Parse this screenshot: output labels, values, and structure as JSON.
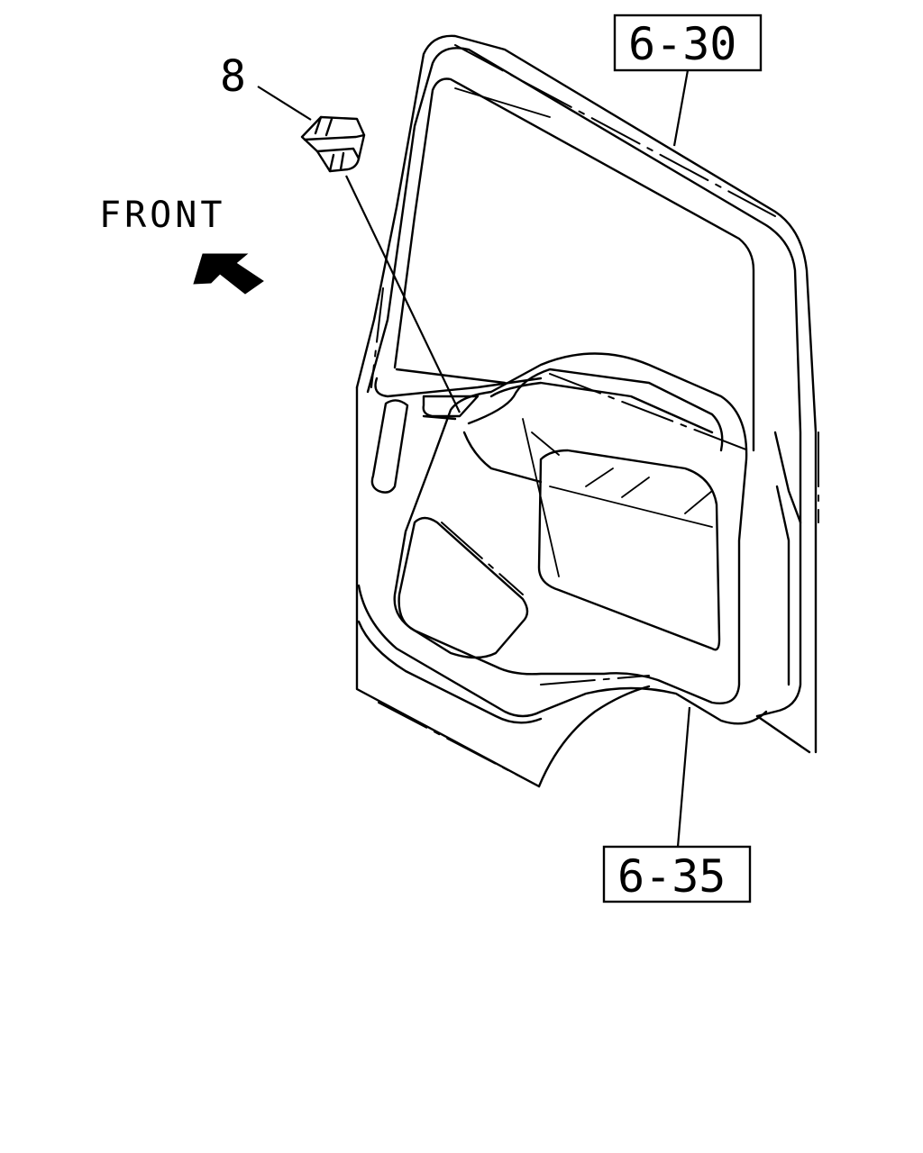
{
  "diagram": {
    "callouts": {
      "part_8": "8",
      "ref_top": "6-30",
      "ref_bottom": "6-35"
    },
    "direction_label": "FRONT",
    "direction_icon": "front-arrow-icon"
  }
}
